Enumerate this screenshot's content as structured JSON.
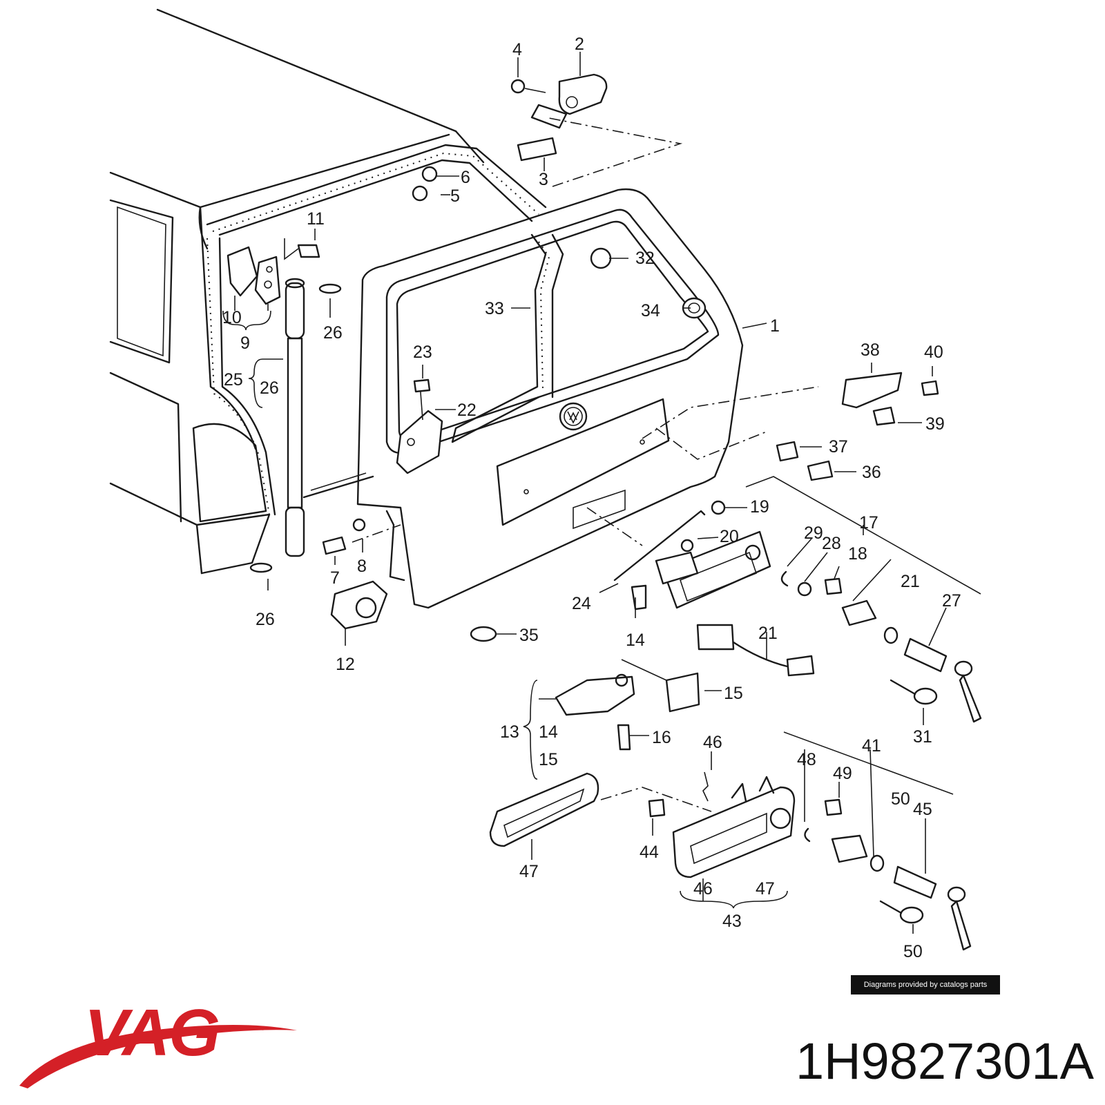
{
  "brand": {
    "logo_text": "VAG",
    "logo_color": "#d42027"
  },
  "part_number": "1H9827301A",
  "credit": "Diagrams provided by catalogs parts",
  "callouts": [
    {
      "id": "c1",
      "label": "1"
    },
    {
      "id": "c2",
      "label": "2"
    },
    {
      "id": "c3",
      "label": "3"
    },
    {
      "id": "c4",
      "label": "4"
    },
    {
      "id": "c5",
      "label": "5"
    },
    {
      "id": "c6",
      "label": "6"
    },
    {
      "id": "c7",
      "label": "7"
    },
    {
      "id": "c8",
      "label": "8"
    },
    {
      "id": "c9",
      "label": "9"
    },
    {
      "id": "c10",
      "label": "10"
    },
    {
      "id": "c11",
      "label": "11"
    },
    {
      "id": "c12",
      "label": "12"
    },
    {
      "id": "c13",
      "label": "13"
    },
    {
      "id": "c14a",
      "label": "14"
    },
    {
      "id": "c14b",
      "label": "14"
    },
    {
      "id": "c15a",
      "label": "15"
    },
    {
      "id": "c15b",
      "label": "15"
    },
    {
      "id": "c16",
      "label": "16"
    },
    {
      "id": "c17",
      "label": "17"
    },
    {
      "id": "c18",
      "label": "18"
    },
    {
      "id": "c19",
      "label": "19"
    },
    {
      "id": "c20",
      "label": "20"
    },
    {
      "id": "c21a",
      "label": "21"
    },
    {
      "id": "c21b",
      "label": "21"
    },
    {
      "id": "c22",
      "label": "22"
    },
    {
      "id": "c23",
      "label": "23"
    },
    {
      "id": "c24",
      "label": "24"
    },
    {
      "id": "c25",
      "label": "25"
    },
    {
      "id": "c26a",
      "label": "26"
    },
    {
      "id": "c26b",
      "label": "26"
    },
    {
      "id": "c26c",
      "label": "26"
    },
    {
      "id": "c27",
      "label": "27"
    },
    {
      "id": "c28",
      "label": "28"
    },
    {
      "id": "c29",
      "label": "29"
    },
    {
      "id": "c31",
      "label": "31"
    },
    {
      "id": "c32",
      "label": "32"
    },
    {
      "id": "c33",
      "label": "33"
    },
    {
      "id": "c34",
      "label": "34"
    },
    {
      "id": "c35",
      "label": "35"
    },
    {
      "id": "c36",
      "label": "36"
    },
    {
      "id": "c37",
      "label": "37"
    },
    {
      "id": "c38",
      "label": "38"
    },
    {
      "id": "c39",
      "label": "39"
    },
    {
      "id": "c40",
      "label": "40"
    },
    {
      "id": "c41",
      "label": "41"
    },
    {
      "id": "c43",
      "label": "43"
    },
    {
      "id": "c44",
      "label": "44"
    },
    {
      "id": "c45",
      "label": "45"
    },
    {
      "id": "c46a",
      "label": "46"
    },
    {
      "id": "c46b",
      "label": "46"
    },
    {
      "id": "c47a",
      "label": "47"
    },
    {
      "id": "c47b",
      "label": "47"
    },
    {
      "id": "c48",
      "label": "48"
    },
    {
      "id": "c49",
      "label": "49"
    },
    {
      "id": "c50a",
      "label": "50"
    },
    {
      "id": "c50b",
      "label": "50"
    }
  ]
}
